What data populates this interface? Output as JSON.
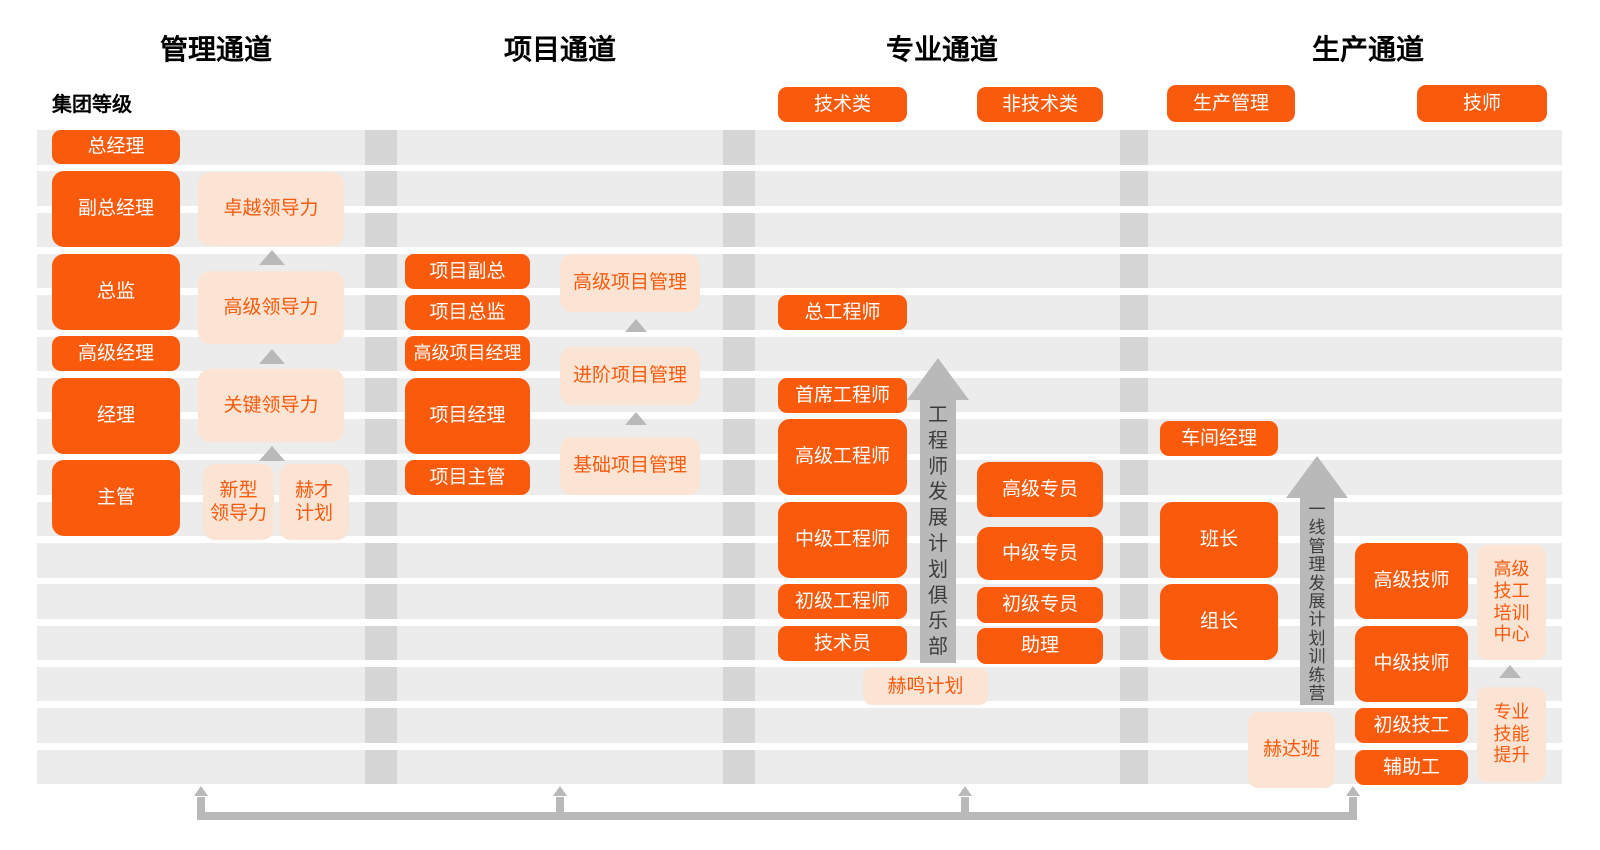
{
  "colors": {
    "orange": "#FA5A0C",
    "peach": "#FCE4D4",
    "stripe": "#ECECEC",
    "divider": "#D6D6D6",
    "arrow": "#B9B9B9",
    "arrow_text": "#3D3D3D"
  },
  "headers": {
    "management": "管理通道",
    "project": "项目通道",
    "professional": "专业通道",
    "production": "生产通道",
    "group_level": "集团等级"
  },
  "subheaders": {
    "tech": "技术类",
    "nontech": "非技术类",
    "prod_mgmt": "生产管理",
    "technician": "技师"
  },
  "management": {
    "levels": {
      "gm": "总经理",
      "dgm": "副总经理",
      "director": "总监",
      "senior_manager": "高级经理",
      "manager": "经理",
      "supervisor": "主管"
    },
    "programs": {
      "excellence": "卓越领导力",
      "senior": "高级领导力",
      "key": "关键领导力",
      "new_type": "新型\n领导力",
      "hecai": "赫才\n计划"
    }
  },
  "project": {
    "levels": {
      "vp": "项目副总",
      "director": "项目总监",
      "senior_pm": "高级项目经理",
      "pm": "项目经理",
      "supervisor": "项目主管"
    },
    "programs": {
      "senior": "高级项目管理",
      "advanced": "进阶项目管理",
      "basic": "基础项目管理"
    }
  },
  "professional": {
    "tech_levels": {
      "chief_total": "总工程师",
      "chief": "首席工程师",
      "senior": "高级工程师",
      "mid": "中级工程师",
      "junior": "初级工程师",
      "technician": "技术员"
    },
    "nontech_levels": {
      "senior": "高级专员",
      "mid": "中级专员",
      "junior": "初级专员",
      "assistant": "助理"
    },
    "club_arrow": "工程师发展计划俱乐部",
    "heming": "赫鸣计划"
  },
  "production": {
    "mgmt_levels": {
      "workshop_manager": "车间经理",
      "team_leader": "班长",
      "group_leader": "组长"
    },
    "tech_levels": {
      "senior": "高级技师",
      "mid": "中级技师",
      "junior": "初级技工",
      "aux": "辅助工"
    },
    "camp_arrow": "一线管理发展计划训练营",
    "heda": "赫达班",
    "training_center": "高级\n技工\n培训\n中心",
    "skill_upgrade": "专业\n技能\n提升"
  }
}
